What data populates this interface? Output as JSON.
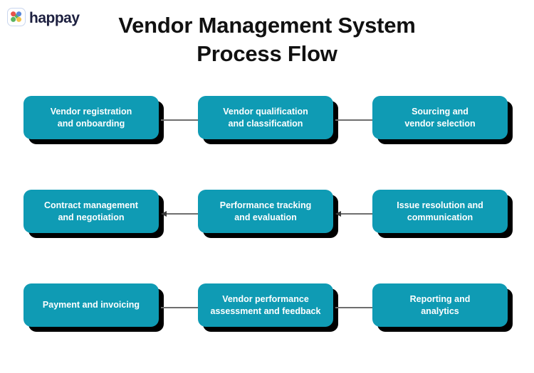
{
  "brand": {
    "name": "happay",
    "logo_icon": "happay-logo-icon",
    "dot_colors": {
      "top_left": "#e8524a",
      "top_right": "#5a87d8",
      "bottom_left": "#5ab45f",
      "bottom_right": "#f2c14a"
    },
    "wordmark_color": "#1d2040"
  },
  "title": {
    "line1": "Vendor Management System",
    "line2": "Process Flow"
  },
  "theme": {
    "node_fill": "#0f9bb4",
    "node_text": "#ffffff",
    "shadow": "#000000",
    "connector": "#6e6e6e",
    "background": "#ffffff"
  },
  "flow": {
    "rows": [
      {
        "id": "row-1",
        "direction": "left-to-right",
        "nodes": [
          {
            "id": "vendor-registration-and-onboarding",
            "line1": "Vendor registration",
            "line2": "and onboarding"
          },
          {
            "id": "vendor-qualification-and-classification",
            "line1": "Vendor qualification",
            "line2": "and classification"
          },
          {
            "id": "sourcing-and-vendor-selection",
            "line1": "Sourcing and",
            "line2": "vendor selection"
          }
        ]
      },
      {
        "id": "row-2",
        "direction": "right-to-left",
        "nodes": [
          {
            "id": "contract-management-and-negotiation",
            "line1": "Contract management",
            "line2": "and negotiation"
          },
          {
            "id": "performance-tracking-and-evaluation",
            "line1": "Performance tracking",
            "line2": "and evaluation"
          },
          {
            "id": "issue-resolution-and-communication",
            "line1": "Issue resolution and",
            "line2": "communication"
          }
        ]
      },
      {
        "id": "row-3",
        "direction": "left-to-right",
        "nodes": [
          {
            "id": "payment-and-invoicing",
            "line1": "Payment and invoicing",
            "line2": ""
          },
          {
            "id": "vendor-performance-assessment-and-feedback",
            "line1": "Vendor performance",
            "line2": "assessment and feedback"
          },
          {
            "id": "reporting-and-analytics",
            "line1": "Reporting and",
            "line2": "analytics"
          }
        ]
      }
    ]
  }
}
